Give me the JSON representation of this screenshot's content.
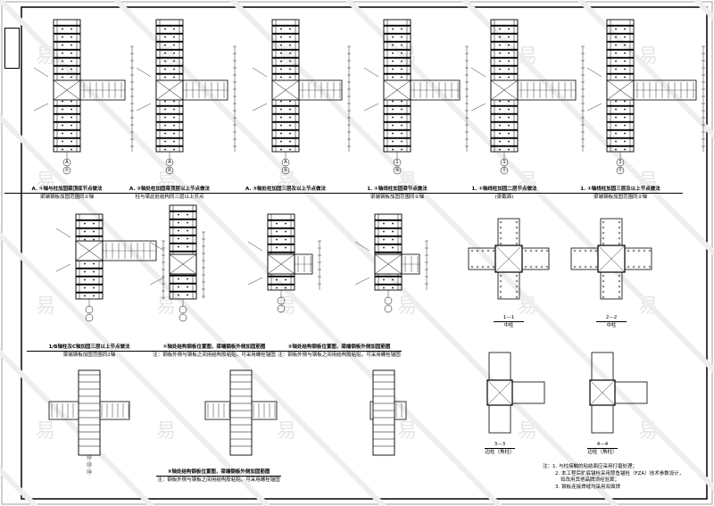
{
  "sheet": {
    "details": [
      {
        "id": "d1",
        "title": "A. ①轴与柱加固梁顶底节点做法",
        "subtitle": "梁端钢板加固范围同②轴",
        "axis_top": "A",
        "axis_bottom": "①"
      },
      {
        "id": "d2",
        "title": "A. ②轴处柱加固梁顶层以上节点做法",
        "subtitle": "柱与梁此处结构同三层以上节点",
        "axis_top": "A",
        "axis_bottom": "②"
      },
      {
        "id": "d3",
        "title": "A. ③轴处柱加固三层及以上节点做法",
        "subtitle": "",
        "axis_top": "A",
        "axis_bottom": "③"
      },
      {
        "id": "d4",
        "title": "1. ①轴线柱加固梁节点做法",
        "subtitle": "梁端钢板加固范围同②轴",
        "axis_top": "1",
        "axis_bottom": "⑩"
      },
      {
        "id": "d5",
        "title": "1. ①轴线柱加固二层节点做法",
        "subtitle": "(梁截面)",
        "axis_top": "1",
        "axis_bottom": "⑪"
      },
      {
        "id": "d6",
        "title": "1. ①轴线柱加固三层及以上节点做法",
        "subtitle": "梁端钢板加固范围同②轴",
        "axis_top": "1",
        "axis_bottom": "⑪"
      },
      {
        "id": "d7",
        "title": "1/B轴柱及C轴加固三层以上节点做法",
        "subtitle": "梁端钢板加固范围同2轴",
        "axis_top": "1",
        "axis_bottom": "③"
      },
      {
        "id": "d8",
        "title": "①轴处结构钢板位置图，梁端钢板外侧加固筋图",
        "subtitle": "注：钢板外侧与钢板之间用结构胶粘贴，可采用螺栓锚固",
        "axis_top": "A",
        "axis_bottom": ""
      },
      {
        "id": "d9",
        "title": "②轴处结构钢板位置图，梁端钢板外侧加固筋图",
        "subtitle": "注：钢板外侧与钢板之间用结构胶粘贴，可采用螺栓锚固",
        "axis_top": "",
        "axis_bottom": ""
      },
      {
        "id": "d10",
        "title": "③轴处结构钢板位置图，梁端钢板外侧加固筋图",
        "subtitle": "注：钢板外侧与钢板之间用结构胶粘贴，可采用螺栓锚固",
        "axis_top": "",
        "axis_bottom": ""
      }
    ],
    "bottom_axes": [
      "⑫",
      "⑬",
      "⑭"
    ],
    "sections": [
      {
        "id": "s1",
        "label": "1—1",
        "name": "中柱"
      },
      {
        "id": "s2",
        "label": "2—2",
        "name": "中柱"
      },
      {
        "id": "s3",
        "label": "3—3",
        "name": "边柱（角柱）"
      },
      {
        "id": "s4",
        "label": "4—4",
        "name": "边柱（角柱）"
      }
    ],
    "notes": [
      "注：1. 与柱接触的粘结面应采用打磨处理；",
      "2. 本工程后扩底锚栓采用慧鱼锚栓（FZA）技术参数设计，",
      "如改用其他品牌须经验算；",
      "3. 钢板连接焊缝均采用双面焊"
    ],
    "watermark": "易"
  }
}
